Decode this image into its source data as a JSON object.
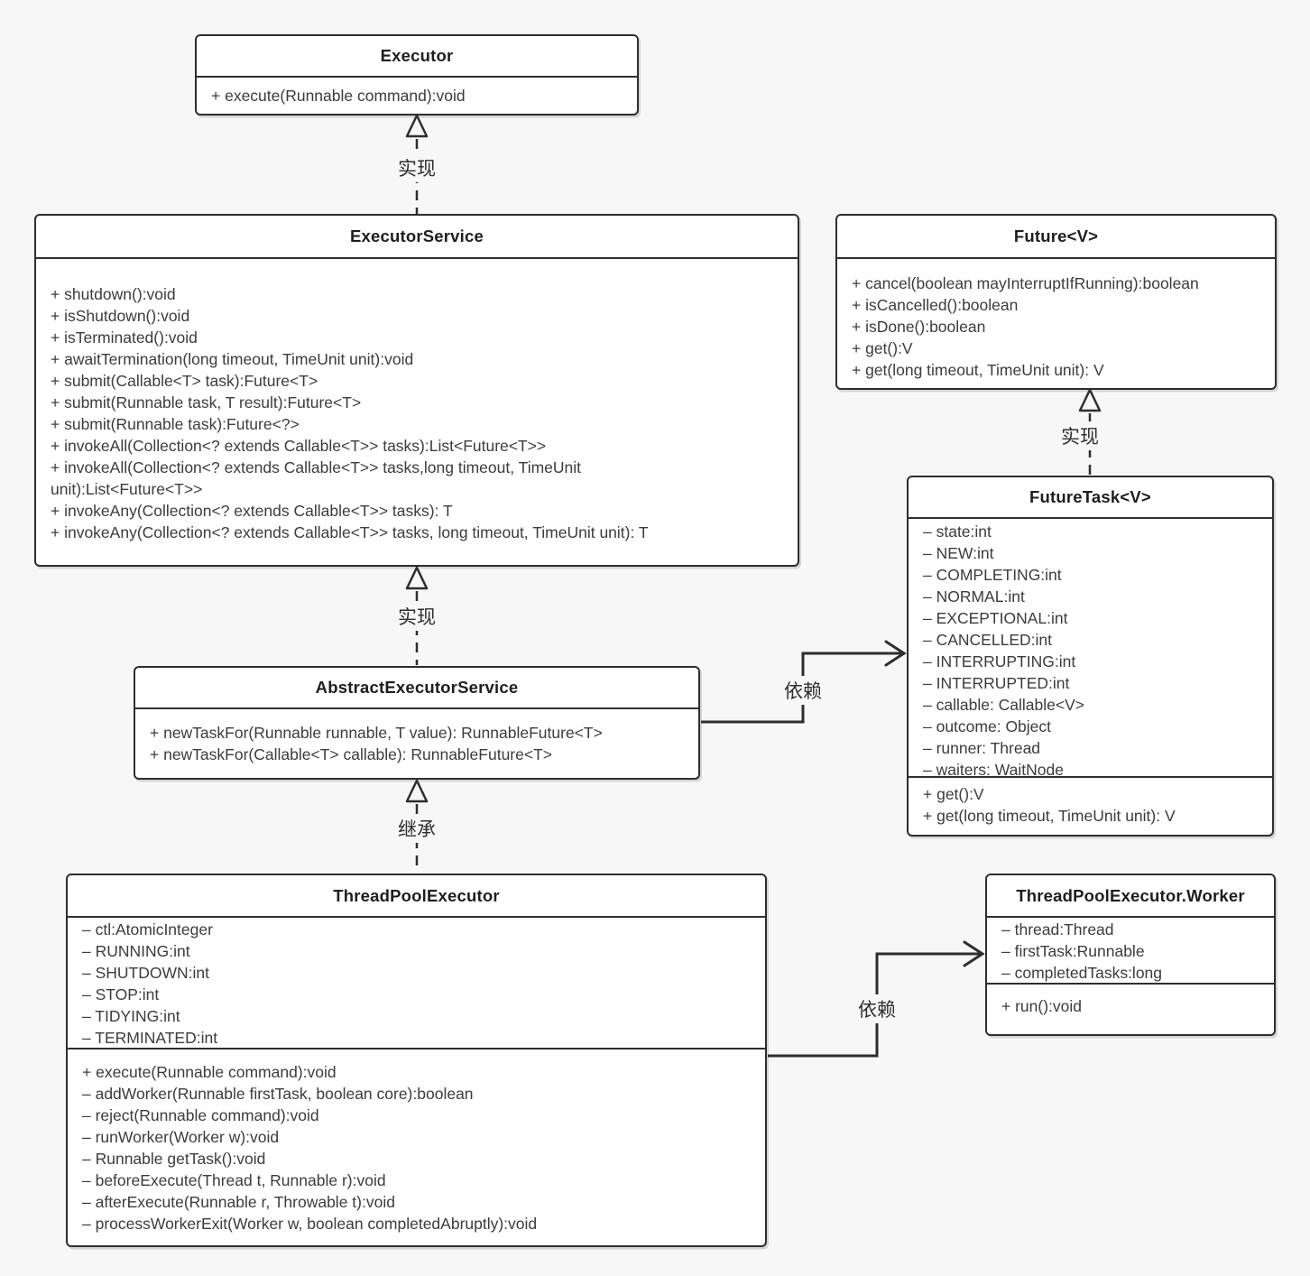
{
  "page": {
    "background_color": "#f7f7f7",
    "box_fill_color": "#ffffff",
    "line_color": "#2e2e2e"
  },
  "classes": {
    "executor": {
      "name": "Executor",
      "methods": [
        "+ execute(Runnable command):void"
      ]
    },
    "executor_service": {
      "name": "ExecutorService",
      "methods": [
        "+ shutdown():void",
        "+ isShutdown():void",
        "+ isTerminated():void",
        "+ awaitTermination(long timeout, TimeUnit unit):void",
        "+ submit(Callable<T> task):Future<T>",
        "+ submit(Runnable task, T result):Future<T>",
        "+ submit(Runnable task):Future<?>",
        "+ invokeAll(Collection<? extends Callable<T>> tasks):List<Future<T>>",
        "+ invokeAll(Collection<? extends Callable<T>> tasks,long timeout, TimeUnit",
        "unit):List<Future<T>>",
        "+ invokeAny(Collection<? extends Callable<T>> tasks): T",
        "+ invokeAny(Collection<? extends Callable<T>> tasks, long timeout, TimeUnit unit): T"
      ]
    },
    "future": {
      "name": "Future<V>",
      "methods": [
        "+ cancel(boolean mayInterruptIfRunning):boolean",
        "+ isCancelled():boolean",
        "+ isDone():boolean",
        "+ get():V",
        "+ get(long timeout, TimeUnit unit): V"
      ]
    },
    "future_task": {
      "name": "FutureTask<V>",
      "attributes": [
        "– state:int",
        "– NEW:int",
        "– COMPLETING:int",
        "– NORMAL:int",
        "– EXCEPTIONAL:int",
        "– CANCELLED:int",
        "– INTERRUPTING:int",
        "– INTERRUPTED:int",
        "– callable: Callable<V>",
        "– outcome: Object",
        "– runner: Thread",
        "– waiters: WaitNode"
      ],
      "methods": [
        "+ get():V",
        "+ get(long timeout, TimeUnit unit): V"
      ]
    },
    "abstract_executor_service": {
      "name": "AbstractExecutorService",
      "methods": [
        "+ newTaskFor(Runnable runnable, T value): RunnableFuture<T>",
        "+ newTaskFor(Callable<T> callable): RunnableFuture<T>"
      ]
    },
    "thread_pool_executor": {
      "name": "ThreadPoolExecutor",
      "attributes": [
        "– ctl:AtomicInteger",
        "– RUNNING:int",
        "– SHUTDOWN:int",
        "– STOP:int",
        "– TIDYING:int",
        "– TERMINATED:int"
      ],
      "methods": [
        "+ execute(Runnable command):void",
        "– addWorker(Runnable firstTask, boolean core):boolean",
        "– reject(Runnable command):void",
        "– runWorker(Worker w):void",
        "– Runnable getTask():void",
        "– beforeExecute(Thread t, Runnable r):void",
        "– afterExecute(Runnable r, Throwable t):void",
        "– processWorkerExit(Worker w, boolean completedAbruptly):void"
      ]
    },
    "worker": {
      "name": "ThreadPoolExecutor.Worker",
      "attributes": [
        "– thread:Thread",
        "– firstTask:Runnable",
        "– completedTasks:long"
      ],
      "methods": [
        "+ run():void"
      ]
    }
  },
  "relations": {
    "executor_service_implements_executor": "实现",
    "future_task_implements_future": "实现",
    "abstract_implements_executor_service": "实现",
    "tpe_extends_abstract": "继承",
    "abstract_depends_future_task": "依赖",
    "tpe_depends_worker": "依赖"
  }
}
